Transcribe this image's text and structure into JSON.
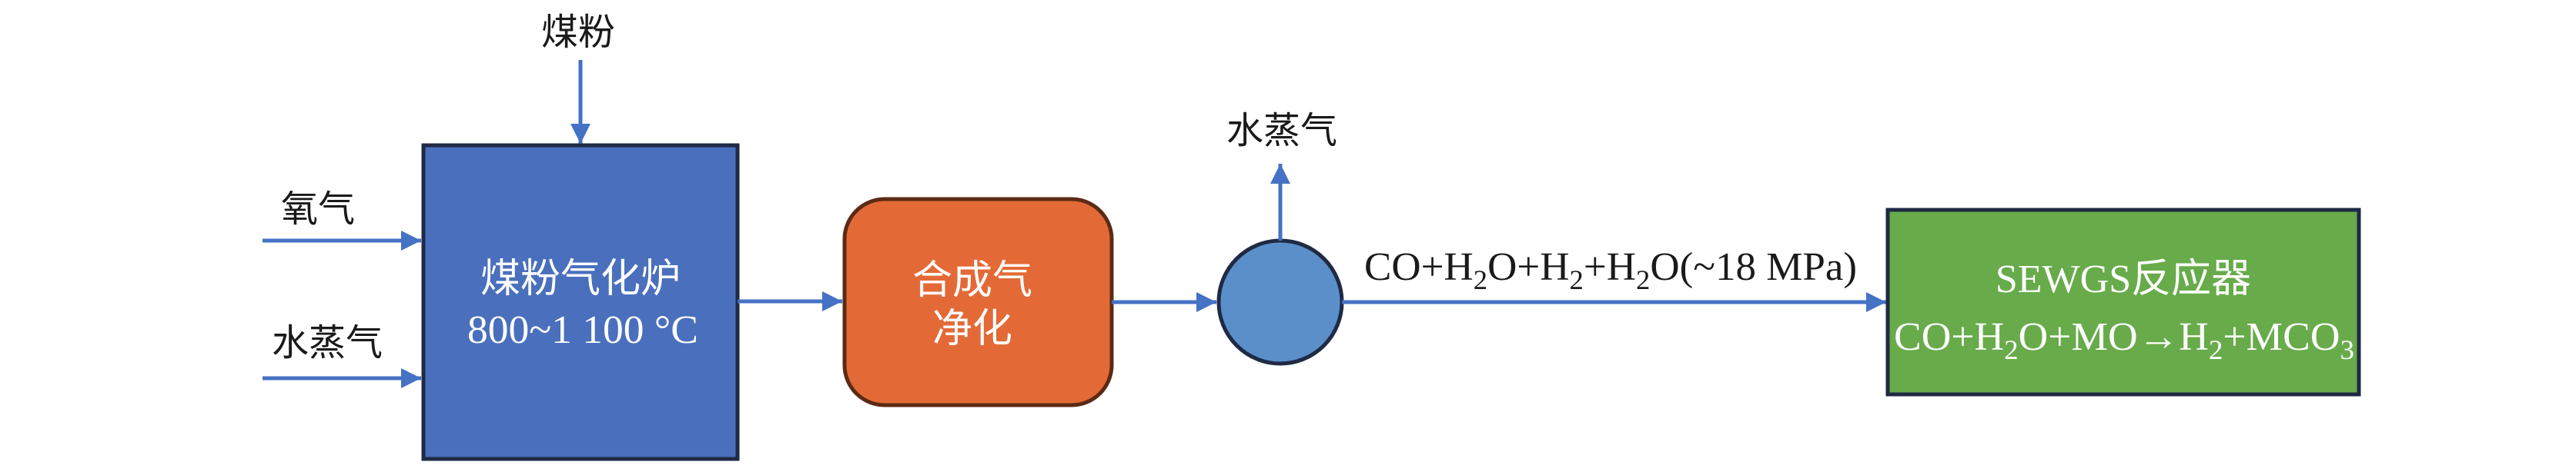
{
  "diagram": {
    "colors": {
      "flow_arrow": "#4472c4",
      "gasifier_fill": "#4a6fbd",
      "gasifier_border": "#1f2a44",
      "purifier_fill": "#e36a37",
      "purifier_border": "#5c2a14",
      "separator_fill": "#5b8fca",
      "separator_border": "#1f2a44",
      "reactor_fill": "#68ab4a",
      "reactor_border": "#1f2a44",
      "label_text": "#1a1a1a",
      "inner_text": "#ffffff"
    },
    "inputs": {
      "coal_powder": "煤粉",
      "oxygen": "氧气",
      "steam_in": "水蒸气"
    },
    "gasifier": {
      "title": "煤粉气化炉",
      "temperature": "800~1 100 °C"
    },
    "purifier": {
      "line1": "合成气",
      "line2": "净化"
    },
    "separator": {
      "steam_out": "水蒸气"
    },
    "stream_label": {
      "p1": "CO+H",
      "s1": "2",
      "p2": "O+H",
      "s2": "2",
      "p3": "+H",
      "s3": "2",
      "p4": "O(~18 MPa)"
    },
    "reactor": {
      "title": "SEWGS反应器",
      "eq_p1": "CO+H",
      "eq_s1": "2",
      "eq_p2": "O+MO→H",
      "eq_s2": "2",
      "eq_p3": "+MCO",
      "eq_s3": "3"
    }
  }
}
